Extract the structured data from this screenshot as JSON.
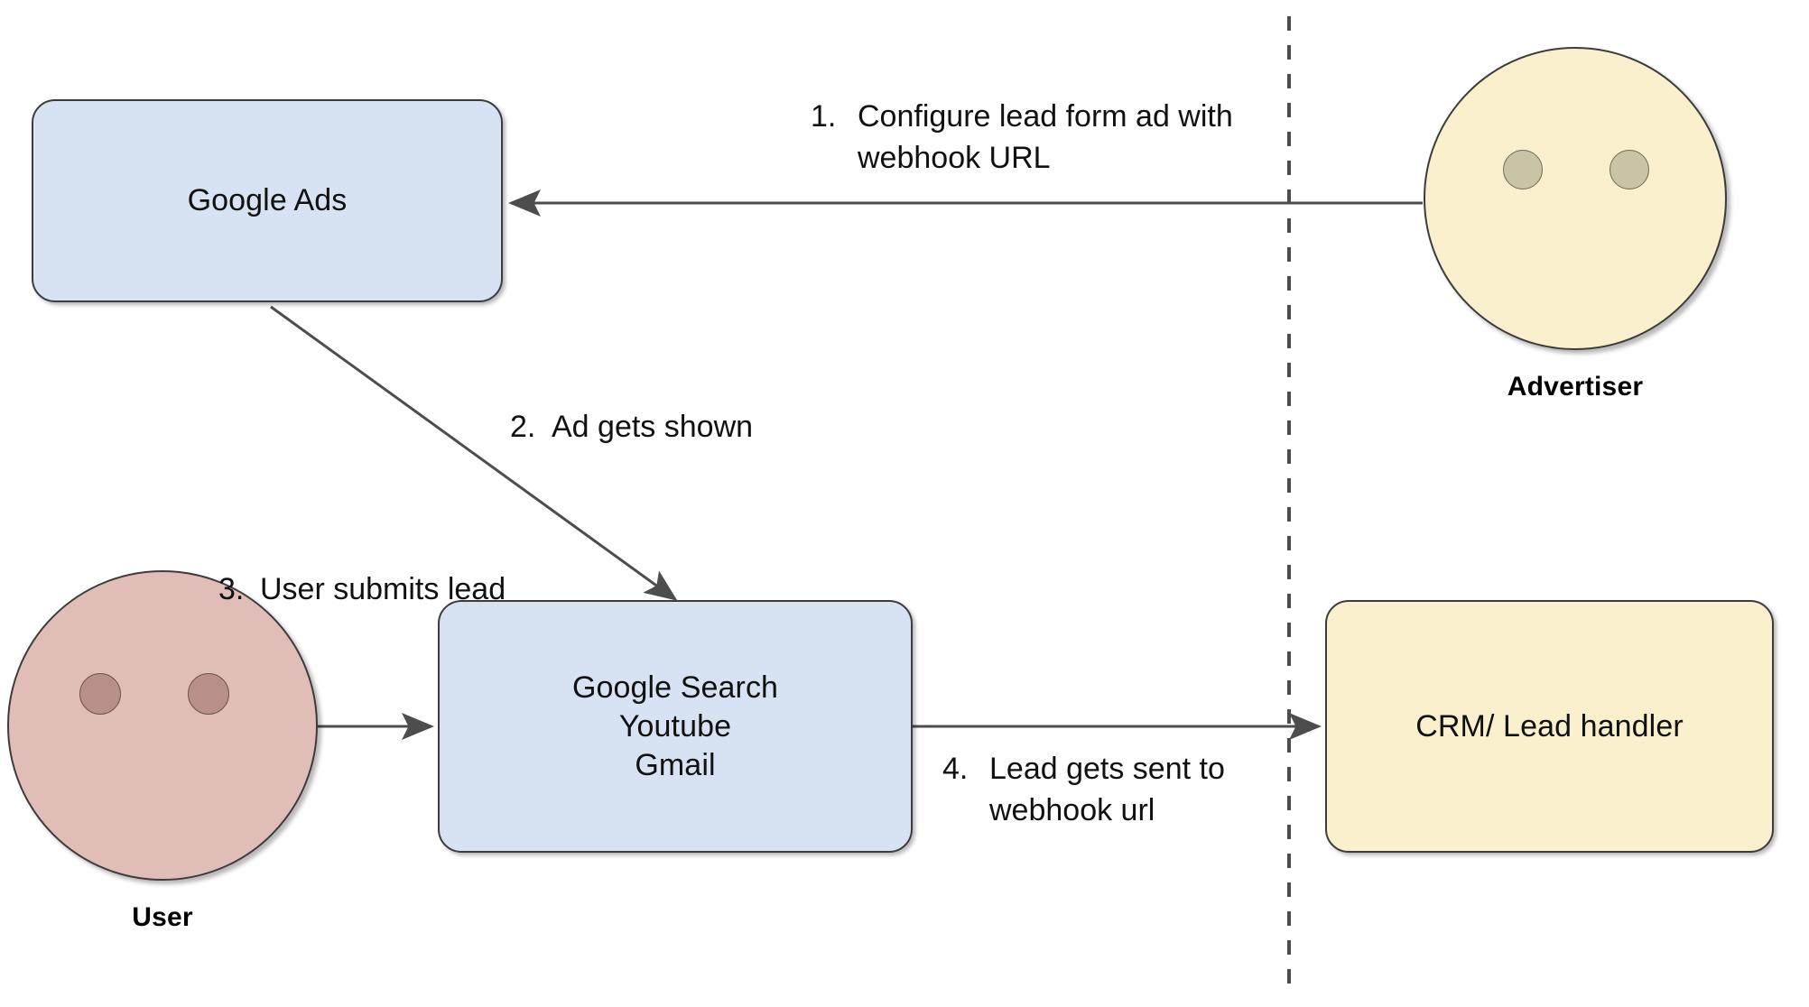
{
  "diagram": {
    "title": "Google Ads lead form webhook flow",
    "background": "#ffffff",
    "divider": {
      "name": "vertical-dashed-divider",
      "color": "#4d4d4d",
      "style": "dashed"
    },
    "colors": {
      "box_blue_fill": "#d7e3f2",
      "box_yellow_fill": "#faf0cd",
      "face_user_fill": "#e0bdb6",
      "face_advertiser_fill": "#faf0cd",
      "eye_user_fill": "#b99089",
      "eye_advertiser_fill": "#c9c5a4",
      "stroke": "#3c3c3c",
      "text": "#111111"
    }
  },
  "nodes": {
    "google_ads": {
      "label": "Google Ads"
    },
    "google_properties": {
      "label": "Google Search\nYoutube\nGmail"
    },
    "crm": {
      "label": "CRM/ Lead handler"
    },
    "advertiser": {
      "caption": "Advertiser"
    },
    "user": {
      "caption": "User"
    }
  },
  "steps": [
    {
      "number": "1.",
      "text": "Configure lead form ad with\nwebhook URL",
      "from": "advertiser",
      "to": "google_ads"
    },
    {
      "number": "2.",
      "text": "Ad gets shown",
      "from": "google_ads",
      "to": "google_properties"
    },
    {
      "number": "3.",
      "text": "User submits lead",
      "from": "user",
      "to": "google_properties"
    },
    {
      "number": "4.",
      "text": "Lead gets sent to\nwebhook url",
      "from": "google_properties",
      "to": "crm"
    }
  ]
}
